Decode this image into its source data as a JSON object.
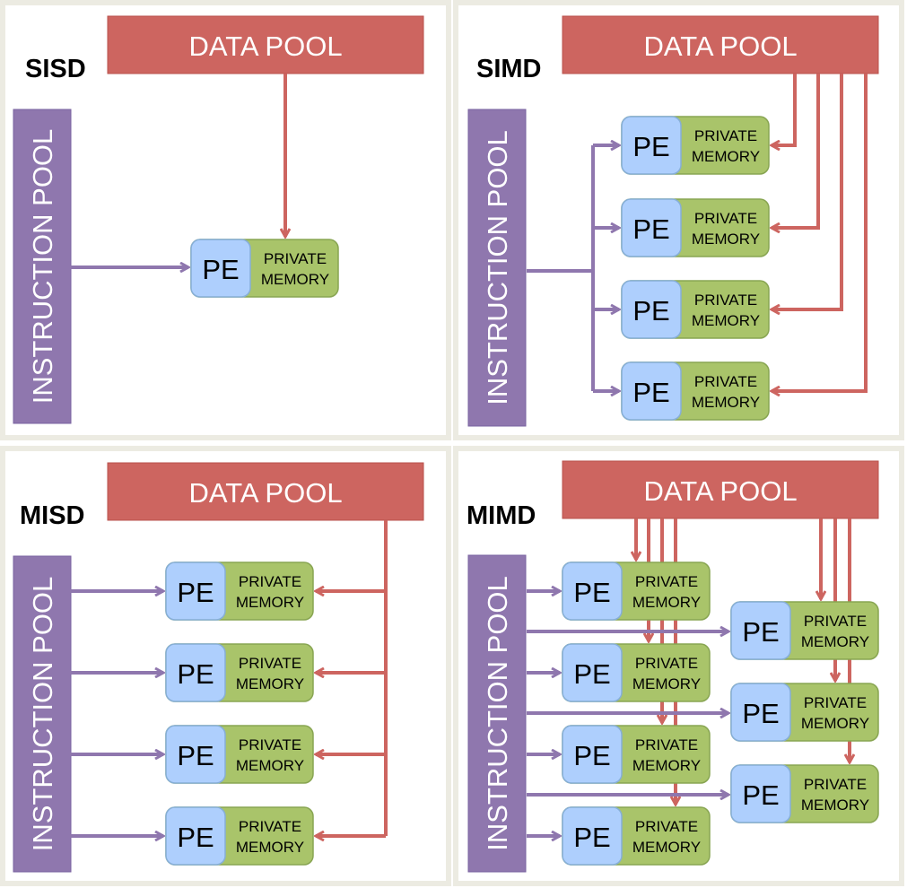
{
  "colors": {
    "data_pool": "#cd6560",
    "instruction_pool": "#8f77ae",
    "pe": "#aecffd",
    "memory": "#a9c46a",
    "panel_border": "#ecebe2"
  },
  "common": {
    "data_pool_label": "DATA POOL",
    "instruction_pool_label": "INSTRUCTION POOL",
    "pe_label": "PE",
    "memory_line1": "PRIVATE",
    "memory_line2": "MEMORY"
  },
  "panels": [
    {
      "id": "sisd",
      "title": "SISD"
    },
    {
      "id": "simd",
      "title": "SIMD"
    },
    {
      "id": "misd",
      "title": "MISD"
    },
    {
      "id": "mimd",
      "title": "MIMD"
    }
  ]
}
